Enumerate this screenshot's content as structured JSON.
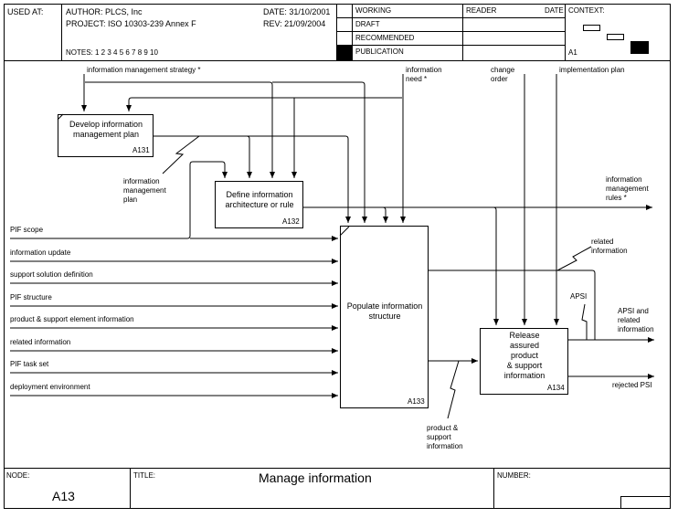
{
  "header": {
    "used_at_label": "USED AT:",
    "author": "AUTHOR:  PLCS, Inc",
    "project": "PROJECT:  ISO 10303-239 Annex F",
    "date": "DATE: 31/10/2001",
    "rev": "REV:   21/09/2004",
    "notes": "NOTES:  1  2  3  4  5  6  7  8  9  10",
    "status": [
      "WORKING",
      "DRAFT",
      "RECOMMENDED",
      "PUBLICATION"
    ],
    "status_selected": "PUBLICATION",
    "reader_label": "READER",
    "date_label": "DATE",
    "context_label": "CONTEXT:",
    "context_node": "A1"
  },
  "boxes": [
    {
      "id": "A131",
      "label": "Develop information management plan",
      "lines": [
        "Develop information",
        "management plan"
      ]
    },
    {
      "id": "A132",
      "label": "Define information architecture or rule",
      "lines": [
        "Define information",
        "architecture or rule"
      ]
    },
    {
      "id": "A133",
      "label": "Populate information structure",
      "lines": [
        "Populate information",
        "structure"
      ]
    },
    {
      "id": "A134",
      "label": "Release assured product & support information",
      "lines": [
        "Release",
        "assured",
        "product",
        "& support",
        "information"
      ]
    }
  ],
  "controls": {
    "information_management_strategy": "information management strategy *",
    "information_need": [
      "information",
      "need *"
    ],
    "change_order": [
      "change",
      "order"
    ],
    "implementation_plan": "implementation plan"
  },
  "inputs": [
    "PIF scope",
    "information update",
    "support solution definition",
    "PIF structure",
    "product & support element information",
    "related information",
    "PIF task set",
    "deployment environment"
  ],
  "internal": {
    "information_management_plan": [
      "information",
      "management",
      "plan"
    ],
    "product_support_information": [
      "product &",
      "support",
      "information"
    ],
    "related_information": [
      "related",
      "information"
    ],
    "apsi": "APSI"
  },
  "outputs": {
    "information_management_rules": [
      "information",
      "management",
      "rules *"
    ],
    "apsi_and_related": [
      "APSI and",
      "related",
      "information"
    ],
    "rejected_psi": "rejected PSI"
  },
  "footer": {
    "node_label": "NODE:",
    "node_value": "A13",
    "title_label": "TITLE:",
    "title_value": "Manage information",
    "number_label": "NUMBER:"
  }
}
